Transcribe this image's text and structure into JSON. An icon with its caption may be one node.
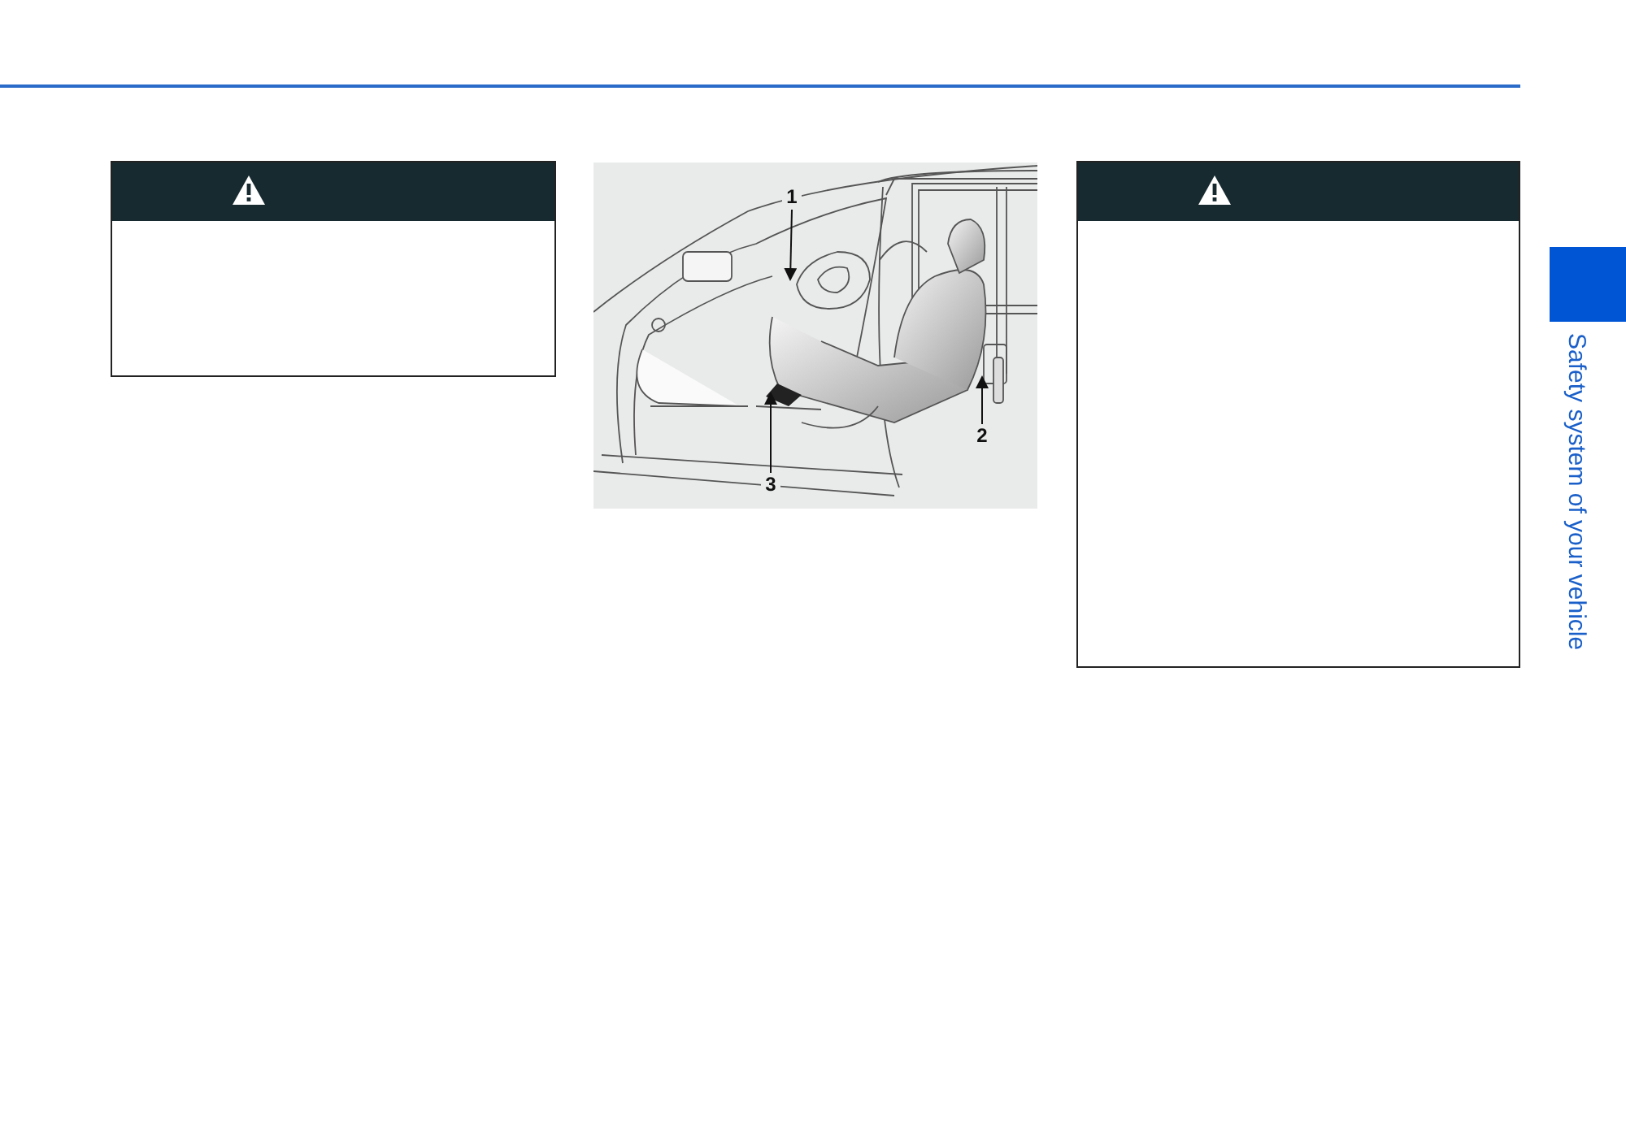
{
  "diagram": {
    "nodes": [
      {
        "text": [
          "1"
        ]
      },
      {
        "text": [
          "2"
        ]
      },
      {
        "text": [
          "3"
        ]
      }
    ],
    "edges": [
      {
        "from": 0,
        "to": null,
        "arrow": "to"
      },
      {
        "from": 1,
        "to": null,
        "arrow": "to"
      },
      {
        "from": 2,
        "to": null,
        "arrow": "to"
      }
    ],
    "labels": [
      "Safety system of your vehicle"
    ]
  }
}
